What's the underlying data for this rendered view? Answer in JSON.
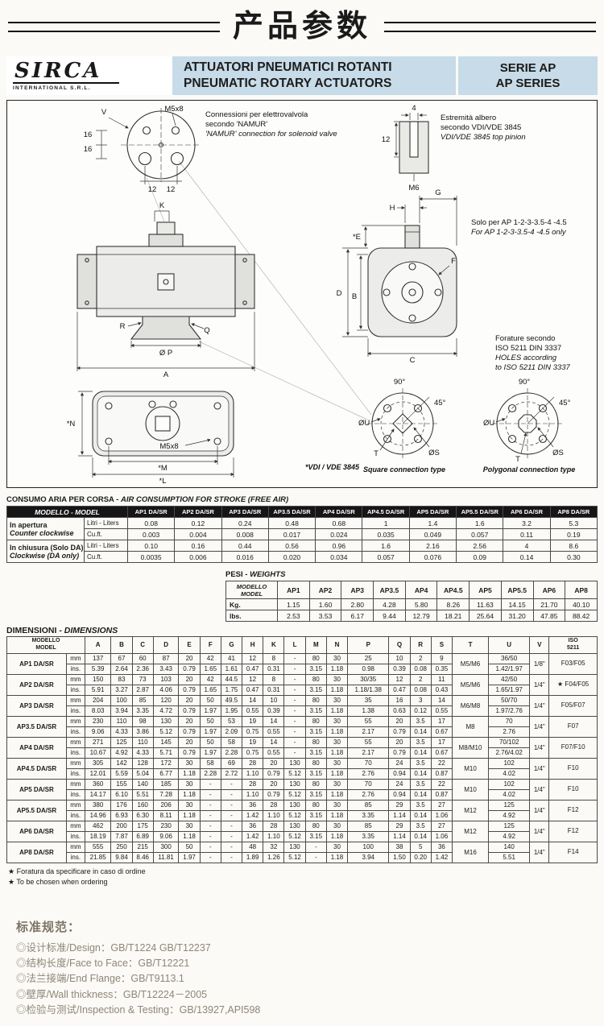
{
  "page": {
    "title": "产品参数"
  },
  "header": {
    "logo_main": "SIRCA",
    "logo_sub": "INTERNATIONAL S.R.L.",
    "title_it": "ATTUATORI PNEUMATICI ROTANTI",
    "title_en": "PNEUMATIC ROTARY ACTUATORS",
    "series_it": "SERIE AP",
    "series_en": "AP SERIES"
  },
  "drawing": {
    "notes": {
      "namur_it1": "Connessioni per elettrovalvola",
      "namur_it2": "secondo 'NAMUR'",
      "namur_en": "'NAMUR' connection for solenoid valve",
      "pinion_it1": "Estremità albero",
      "pinion_it2": "secondo VDI/VDE 3845",
      "pinion_en": "VDI/VDE 3845 top pinion",
      "solo_it": "Solo per AP 1-2-3-3.5-4 -4.5",
      "solo_en": "For AP 1-2-3-3.5-4 -4.5 only",
      "holes_it1": "Forature secondo",
      "holes_it2": "ISO 5211 DIN 3337",
      "holes_en1": "HOLES according",
      "holes_en2": "to ISO 5211 DIN 3337",
      "vdi_caption": "*VDI / VDE 3845",
      "square_caption": "Square connection type",
      "poly_caption": "Polygonal connection type"
    },
    "labels": {
      "m5x8": "M5x8",
      "m6": "M6",
      "v": "V",
      "k": "K",
      "a": "A",
      "b": "B",
      "c": "C",
      "d": "D",
      "e": "*E",
      "f": "F",
      "g": "G",
      "h": "H",
      "n": "*N",
      "m": "*M",
      "l": "*L",
      "p": "Ø P",
      "q": "Q",
      "r": "R",
      "t": "T",
      "du": "ØU",
      "ds": "ØS",
      "deg90": "90°",
      "deg45": "45°",
      "dim16": "16",
      "dim12": "12",
      "dim4": "4"
    }
  },
  "air_table": {
    "title_it": "CONSUMO ARIA PER CORSA - ",
    "title_en": "AIR CONSUMPTION FOR STROKE (FREE AIR)",
    "header_label": "MODELLO - MODEL",
    "models": [
      "AP1 DA/SR",
      "AP2 DA/SR",
      "AP3 DA/SR",
      "AP3.5 DA/SR",
      "AP4 DA/SR",
      "AP4.5 DA/SR",
      "AP5 DA/SR",
      "AP5.5 DA/SR",
      "AP6 DA/SR",
      "AP8 DA/SR"
    ],
    "groups": [
      {
        "label_it": "In apertura",
        "label_en": "Counter clockwise",
        "rows": [
          {
            "unit": "Litri - Liters",
            "values": [
              "0.08",
              "0.12",
              "0.24",
              "0.48",
              "0.68",
              "1",
              "1.4",
              "1.6",
              "3.2",
              "5.3"
            ]
          },
          {
            "unit": "Cu.ft.",
            "values": [
              "0.003",
              "0.004",
              "0.008",
              "0.017",
              "0.024",
              "0.035",
              "0.049",
              "0.057",
              "0.11",
              "0.19"
            ]
          }
        ]
      },
      {
        "label_it": "In chiusura (Solo DA)",
        "label_en": "Clockwise (DA only)",
        "rows": [
          {
            "unit": "Litri - Liters",
            "values": [
              "0.10",
              "0.16",
              "0.44",
              "0.56",
              "0.96",
              "1.6",
              "2.16",
              "2.56",
              "4",
              "8.6"
            ]
          },
          {
            "unit": "Cu.ft.",
            "values": [
              "0.0035",
              "0.006",
              "0.016",
              "0.020",
              "0.034",
              "0.057",
              "0.076",
              "0.09",
              "0.14",
              "0.30"
            ]
          }
        ]
      }
    ]
  },
  "weights_table": {
    "title_it": "PESI - ",
    "title_en": "WEIGHTS",
    "header_model_it": "MODELLO",
    "header_model_en": "MODEL",
    "models": [
      "AP1",
      "AP2",
      "AP3",
      "AP3.5",
      "AP4",
      "AP4.5",
      "AP5",
      "AP5.5",
      "AP6",
      "AP8"
    ],
    "rows": [
      {
        "unit": "Kg.",
        "values": [
          "1.15",
          "1.60",
          "2.80",
          "4.28",
          "5.80",
          "8.26",
          "11.63",
          "14.15",
          "21.70",
          "40.10"
        ]
      },
      {
        "unit": "lbs.",
        "values": [
          "2.53",
          "3.53",
          "6.17",
          "9.44",
          "12.79",
          "18.21",
          "25.64",
          "31.20",
          "47.85",
          "88.42"
        ]
      }
    ]
  },
  "dimensions": {
    "title_it": "DIMENSIONI - ",
    "title_en": "DIMENSIONS",
    "header_model_it": "MODELLO",
    "header_model_en": "MODEL",
    "columns": [
      "A",
      "B",
      "C",
      "D",
      "E",
      "F",
      "G",
      "H",
      "K",
      "L",
      "M",
      "N",
      "P",
      "Q",
      "R",
      "S",
      "T",
      "U",
      "V"
    ],
    "iso_header_1": "ISO",
    "iso_header_2": "5211",
    "unit_mm": "mm",
    "unit_ins": "ins.",
    "rows": [
      {
        "model": "AP1 DA/SR",
        "mm": [
          "137",
          "67",
          "60",
          "87",
          "20",
          "42",
          "41",
          "12",
          "8",
          "-",
          "80",
          "30",
          "25",
          "10",
          "2",
          "9"
        ],
        "ins": [
          "5.39",
          "2.64",
          "2.36",
          "3.43",
          "0.79",
          "1.65",
          "1.61",
          "0.47",
          "0.31",
          "-",
          "3.15",
          "1.18",
          "0.98",
          "0.39",
          "0.08",
          "0.35"
        ],
        "t": "M5/M6",
        "u_mm": "36/50",
        "u_ins": "1.42/1.97",
        "v": "1/8\"",
        "iso": "F03/F05"
      },
      {
        "model": "AP2 DA/SR",
        "mm": [
          "150",
          "83",
          "73",
          "103",
          "20",
          "42",
          "44.5",
          "12",
          "8",
          "-",
          "80",
          "30",
          "30/35",
          "12",
          "2",
          "11"
        ],
        "ins": [
          "5.91",
          "3.27",
          "2.87",
          "4.06",
          "0.79",
          "1.65",
          "1.75",
          "0.47",
          "0.31",
          "-",
          "3.15",
          "1.18",
          "1.18/1.38",
          "0.47",
          "0.08",
          "0.43"
        ],
        "t": "M5/M6",
        "u_mm": "42/50",
        "u_ins": "1.65/1.97",
        "v": "1/4\"",
        "iso": "F04/F05",
        "iso_star": "★"
      },
      {
        "model": "AP3 DA/SR",
        "mm": [
          "204",
          "100",
          "85",
          "120",
          "20",
          "50",
          "49.5",
          "14",
          "10",
          "-",
          "80",
          "30",
          "35",
          "16",
          "3",
          "14"
        ],
        "ins": [
          "8.03",
          "3.94",
          "3.35",
          "4.72",
          "0.79",
          "1.97",
          "1.95",
          "0.55",
          "0.39",
          "-",
          "3.15",
          "1.18",
          "1.38",
          "0.63",
          "0.12",
          "0.55"
        ],
        "t": "M6/M8",
        "u_mm": "50/70",
        "u_ins": "1.97/2.76",
        "v": "1/4\"",
        "iso": "F05/F07"
      },
      {
        "model": "AP3.5 DA/SR",
        "mm": [
          "230",
          "110",
          "98",
          "130",
          "20",
          "50",
          "53",
          "19",
          "14",
          "-",
          "80",
          "30",
          "55",
          "20",
          "3.5",
          "17"
        ],
        "ins": [
          "9.06",
          "4.33",
          "3.86",
          "5.12",
          "0.79",
          "1.97",
          "2.09",
          "0.75",
          "0.55",
          "-",
          "3.15",
          "1.18",
          "2.17",
          "0.79",
          "0.14",
          "0.67"
        ],
        "t": "M8",
        "u_mm": "70",
        "u_ins": "2.76",
        "v": "1/4\"",
        "iso": "F07"
      },
      {
        "model": "AP4 DA/SR",
        "mm": [
          "271",
          "125",
          "110",
          "145",
          "20",
          "50",
          "58",
          "19",
          "14",
          "-",
          "80",
          "30",
          "55",
          "20",
          "3.5",
          "17"
        ],
        "ins": [
          "10.67",
          "4.92",
          "4.33",
          "5.71",
          "0.79",
          "1.97",
          "2.28",
          "0.75",
          "0.55",
          "-",
          "3.15",
          "1.18",
          "2.17",
          "0.79",
          "0.14",
          "0.67"
        ],
        "t": "M8/M10",
        "u_mm": "70/102",
        "u_ins": "2.76/4.02",
        "v": "1/4\"",
        "iso": "F07/F10"
      },
      {
        "model": "AP4.5 DA/SR",
        "mm": [
          "305",
          "142",
          "128",
          "172",
          "30",
          "58",
          "69",
          "28",
          "20",
          "130",
          "80",
          "30",
          "70",
          "24",
          "3.5",
          "22"
        ],
        "ins": [
          "12.01",
          "5.59",
          "5.04",
          "6.77",
          "1.18",
          "2.28",
          "2.72",
          "1.10",
          "0.79",
          "5.12",
          "3.15",
          "1.18",
          "2.76",
          "0.94",
          "0.14",
          "0.87"
        ],
        "t": "M10",
        "u_mm": "102",
        "u_ins": "4.02",
        "v": "1/4\"",
        "iso": "F10"
      },
      {
        "model": "AP5 DA/SR",
        "mm": [
          "360",
          "155",
          "140",
          "185",
          "30",
          "-",
          "-",
          "28",
          "20",
          "130",
          "80",
          "30",
          "70",
          "24",
          "3.5",
          "22"
        ],
        "ins": [
          "14.17",
          "6.10",
          "5.51",
          "7.28",
          "1.18",
          "-",
          "-",
          "1.10",
          "0.79",
          "5.12",
          "3.15",
          "1.18",
          "2.76",
          "0.94",
          "0.14",
          "0.87"
        ],
        "t": "M10",
        "u_mm": "102",
        "u_ins": "4.02",
        "v": "1/4\"",
        "iso": "F10"
      },
      {
        "model": "AP5.5 DA/SR",
        "mm": [
          "380",
          "176",
          "160",
          "206",
          "30",
          "-",
          "-",
          "36",
          "28",
          "130",
          "80",
          "30",
          "85",
          "29",
          "3.5",
          "27"
        ],
        "ins": [
          "14.96",
          "6.93",
          "6.30",
          "8.11",
          "1.18",
          "-",
          "-",
          "1.42",
          "1.10",
          "5.12",
          "3.15",
          "1.18",
          "3.35",
          "1.14",
          "0.14",
          "1.06"
        ],
        "t": "M12",
        "u_mm": "125",
        "u_ins": "4.92",
        "v": "1/4\"",
        "iso": "F12"
      },
      {
        "model": "AP6 DA/SR",
        "mm": [
          "462",
          "200",
          "175",
          "230",
          "30",
          "-",
          "-",
          "36",
          "28",
          "130",
          "80",
          "30",
          "85",
          "29",
          "3.5",
          "27"
        ],
        "ins": [
          "18.19",
          "7.87",
          "6.89",
          "9.06",
          "1.18",
          "-",
          "-",
          "1.42",
          "1.10",
          "5.12",
          "3.15",
          "1.18",
          "3.35",
          "1.14",
          "0.14",
          "1.06"
        ],
        "t": "M12",
        "u_mm": "125",
        "u_ins": "4.92",
        "v": "1/4\"",
        "iso": "F12"
      },
      {
        "model": "AP8 DA/SR",
        "mm": [
          "555",
          "250",
          "215",
          "300",
          "50",
          "-",
          "-",
          "48",
          "32",
          "130",
          "-",
          "30",
          "100",
          "38",
          "5",
          "36"
        ],
        "ins": [
          "21.85",
          "9.84",
          "8.46",
          "11.81",
          "1.97",
          "-",
          "-",
          "1.89",
          "1.26",
          "5.12",
          "-",
          "1.18",
          "3.94",
          "1.50",
          "0.20",
          "1.42"
        ],
        "t": "M16",
        "u_mm": "140",
        "u_ins": "5.51",
        "v": "1/4\"",
        "iso": "F14"
      }
    ]
  },
  "footnotes": [
    "★ Foratura da specificare in caso di ordine",
    "★ To be chosen when ordering"
  ],
  "standards": {
    "title": "标准规范：",
    "items": [
      "◎设计标准/Design：GB/T1224  GB/T12237",
      "◎结构长度/Face to Face：GB/T12221",
      "◎法兰接端/End Flange：GB/T9113.1",
      "◎壁厚/Wall thickness：GB/T12224－2005",
      "◎检验与测试/Inspection & Testing：GB/13927,API598"
    ]
  }
}
